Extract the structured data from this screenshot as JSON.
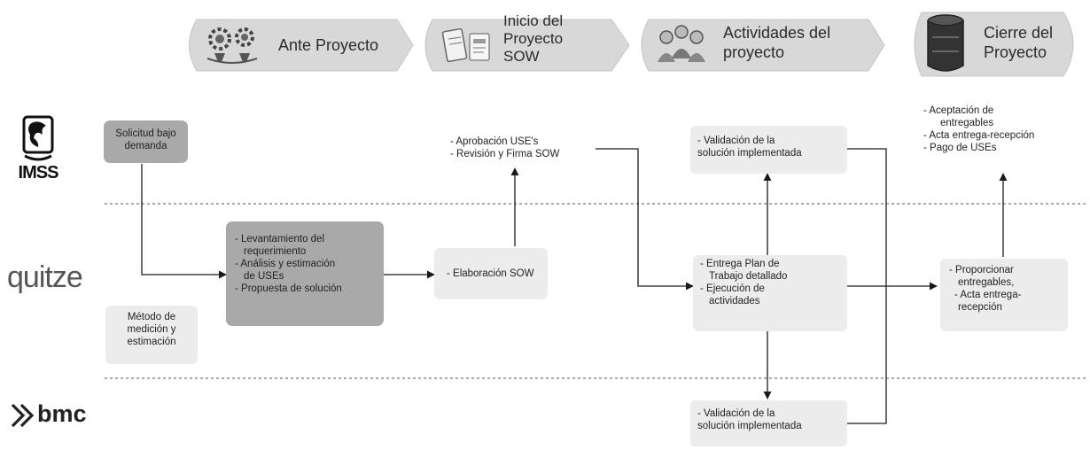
{
  "colors": {
    "phase_fill": "#d8d8d8",
    "phase_stroke": "#c4c4c4",
    "gray_box": "#a9a9a9",
    "light_box": "#ececec",
    "arrow": "#1a1a1a",
    "divider": "#555555"
  },
  "phases": [
    {
      "icon": "gears-icon",
      "lines": [
        "Ante Proyecto"
      ]
    },
    {
      "icon": "documents-icon",
      "lines": [
        "Inicio del",
        "Proyecto",
        "SOW"
      ]
    },
    {
      "icon": "team-icon",
      "lines": [
        "Actividades del",
        "proyecto"
      ]
    },
    {
      "icon": "cylinder-icon",
      "lines": [
        "Cierre del",
        "Proyecto"
      ]
    }
  ],
  "lanes": {
    "imss": {
      "label": "IMSS",
      "logo_icon": "imss-eagle-icon"
    },
    "quitze": {
      "label": "quitze",
      "logo_icon": "quitze-wordmark"
    },
    "bmc": {
      "label": "bmc",
      "logo_icon": "bmc-chevron-icon"
    }
  },
  "nodes": {
    "solicitud": {
      "lines": [
        "Solicitud bajo",
        "demanda"
      ]
    },
    "levantamiento": {
      "lines": [
        "- Levantamiento del",
        "requerimiento",
        "- Análisis y estimación",
        "de USEs",
        "- Propuesta de solución"
      ]
    },
    "metodo": {
      "lines": [
        "Método de",
        "medición y",
        "estimación"
      ]
    },
    "aprobacion": {
      "lines": [
        "- Aprobación USE's",
        "- Revisión y Firma SOW"
      ]
    },
    "elaboracion": {
      "lines": [
        "- Elaboración SOW"
      ]
    },
    "validacion_imss": {
      "lines": [
        "- Validación de la",
        "solución implementada"
      ]
    },
    "entrega_plan": {
      "lines": [
        "- Entrega Plan de",
        "Trabajo detallado",
        "- Ejecución de",
        "actividades"
      ]
    },
    "validacion_bmc": {
      "lines": [
        "- Validación de la",
        "solución implementada"
      ]
    },
    "aceptacion": {
      "lines": [
        "- Aceptación de",
        "entregables",
        "- Acta entrega-recepción",
        "- Pago de USEs"
      ]
    },
    "proporcionar": {
      "lines": [
        "- Proporcionar",
        "entregables,",
        "- Acta entrega-",
        "recepción"
      ]
    }
  }
}
